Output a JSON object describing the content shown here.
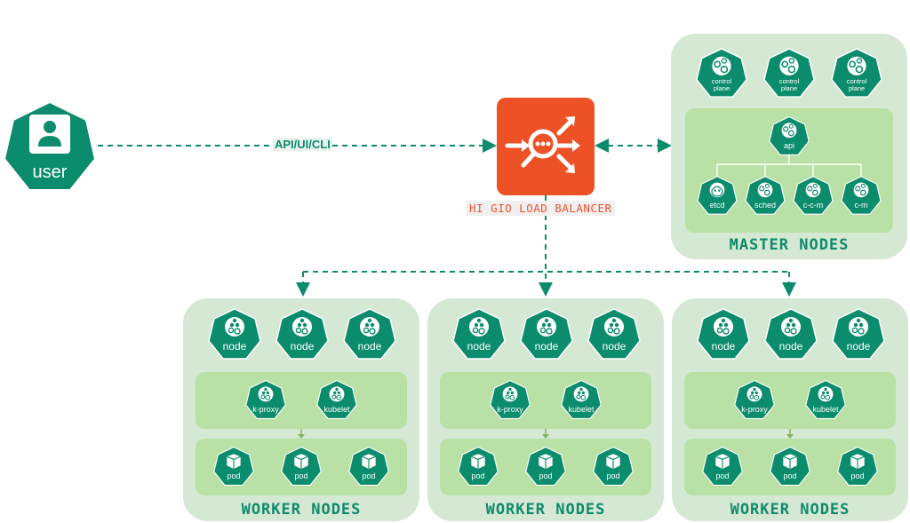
{
  "colors": {
    "k8s_green": "#0b8c6c",
    "outer_panel": "#d5e8d4",
    "inner_panel": "#b9e0a5",
    "load_balancer": "#ec5226",
    "title_green": "#0e8a6b",
    "lb_label": "#f0502d"
  },
  "user": {
    "label": "user",
    "icon": "user-icon"
  },
  "connection_label": "API/UI/CLI",
  "load_balancer": {
    "label": "HI GIO LOAD BALANCER",
    "icon": "load-balancer-icon"
  },
  "master": {
    "title": "MASTER NODES",
    "control_planes": [
      {
        "label_line1": "control",
        "label_line2": "plane"
      },
      {
        "label_line1": "control",
        "label_line2": "plane"
      },
      {
        "label_line1": "control",
        "label_line2": "plane"
      }
    ],
    "api": {
      "label": "api"
    },
    "components": [
      {
        "label": "etcd",
        "icon": "etcd-icon"
      },
      {
        "label": "sched",
        "icon": "gears-icon"
      },
      {
        "label": "c-c-m",
        "icon": "gears-icon"
      },
      {
        "label": "c-m",
        "icon": "gears-icon"
      }
    ]
  },
  "workers": [
    {
      "title": "WORKER NODES",
      "nodes": [
        "node",
        "node",
        "node"
      ],
      "agents": [
        "k-proxy",
        "kubelet"
      ],
      "pods": [
        "pod",
        "pod",
        "pod"
      ]
    },
    {
      "title": "WORKER NODES",
      "nodes": [
        "node",
        "node",
        "node"
      ],
      "agents": [
        "k-proxy",
        "kubelet"
      ],
      "pods": [
        "pod",
        "pod",
        "pod"
      ]
    },
    {
      "title": "WORKER NODES",
      "nodes": [
        "node",
        "node",
        "node"
      ],
      "agents": [
        "k-proxy",
        "kubelet"
      ],
      "pods": [
        "pod",
        "pod",
        "pod"
      ]
    }
  ]
}
